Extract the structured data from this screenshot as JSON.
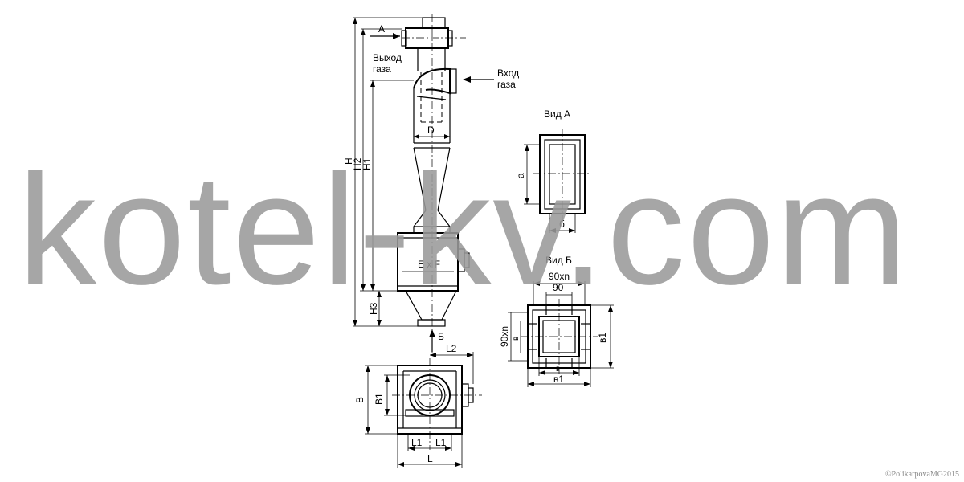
{
  "watermark": "kotel-kv.com",
  "copyright": "©PolikarpovaMG2015",
  "labels": {
    "view_a_arrow": "A",
    "gas_out_1": "Выход",
    "gas_out_2": "газа",
    "gas_in_1": "Вход",
    "gas_in_2": "газа",
    "d": "D",
    "h": "H",
    "h1": "H1",
    "h2": "H2",
    "h3": "H3",
    "exf": "E x F",
    "view_b_arrow": "Б",
    "view_a_title": "Вид А",
    "a": "a",
    "b_small": "б",
    "view_b_title": "Вид Б",
    "pitch_90xn_top": "90xn",
    "pitch_90": "90",
    "pitch_90xn_left": "90xn",
    "v_left": "в",
    "v1_right": "в1",
    "v_bottom": "в",
    "v1_bottom": "в1",
    "L2": "L2",
    "B": "B",
    "B1": "B1",
    "L1_left": "L1",
    "L1_right": "L1",
    "L": "L"
  }
}
